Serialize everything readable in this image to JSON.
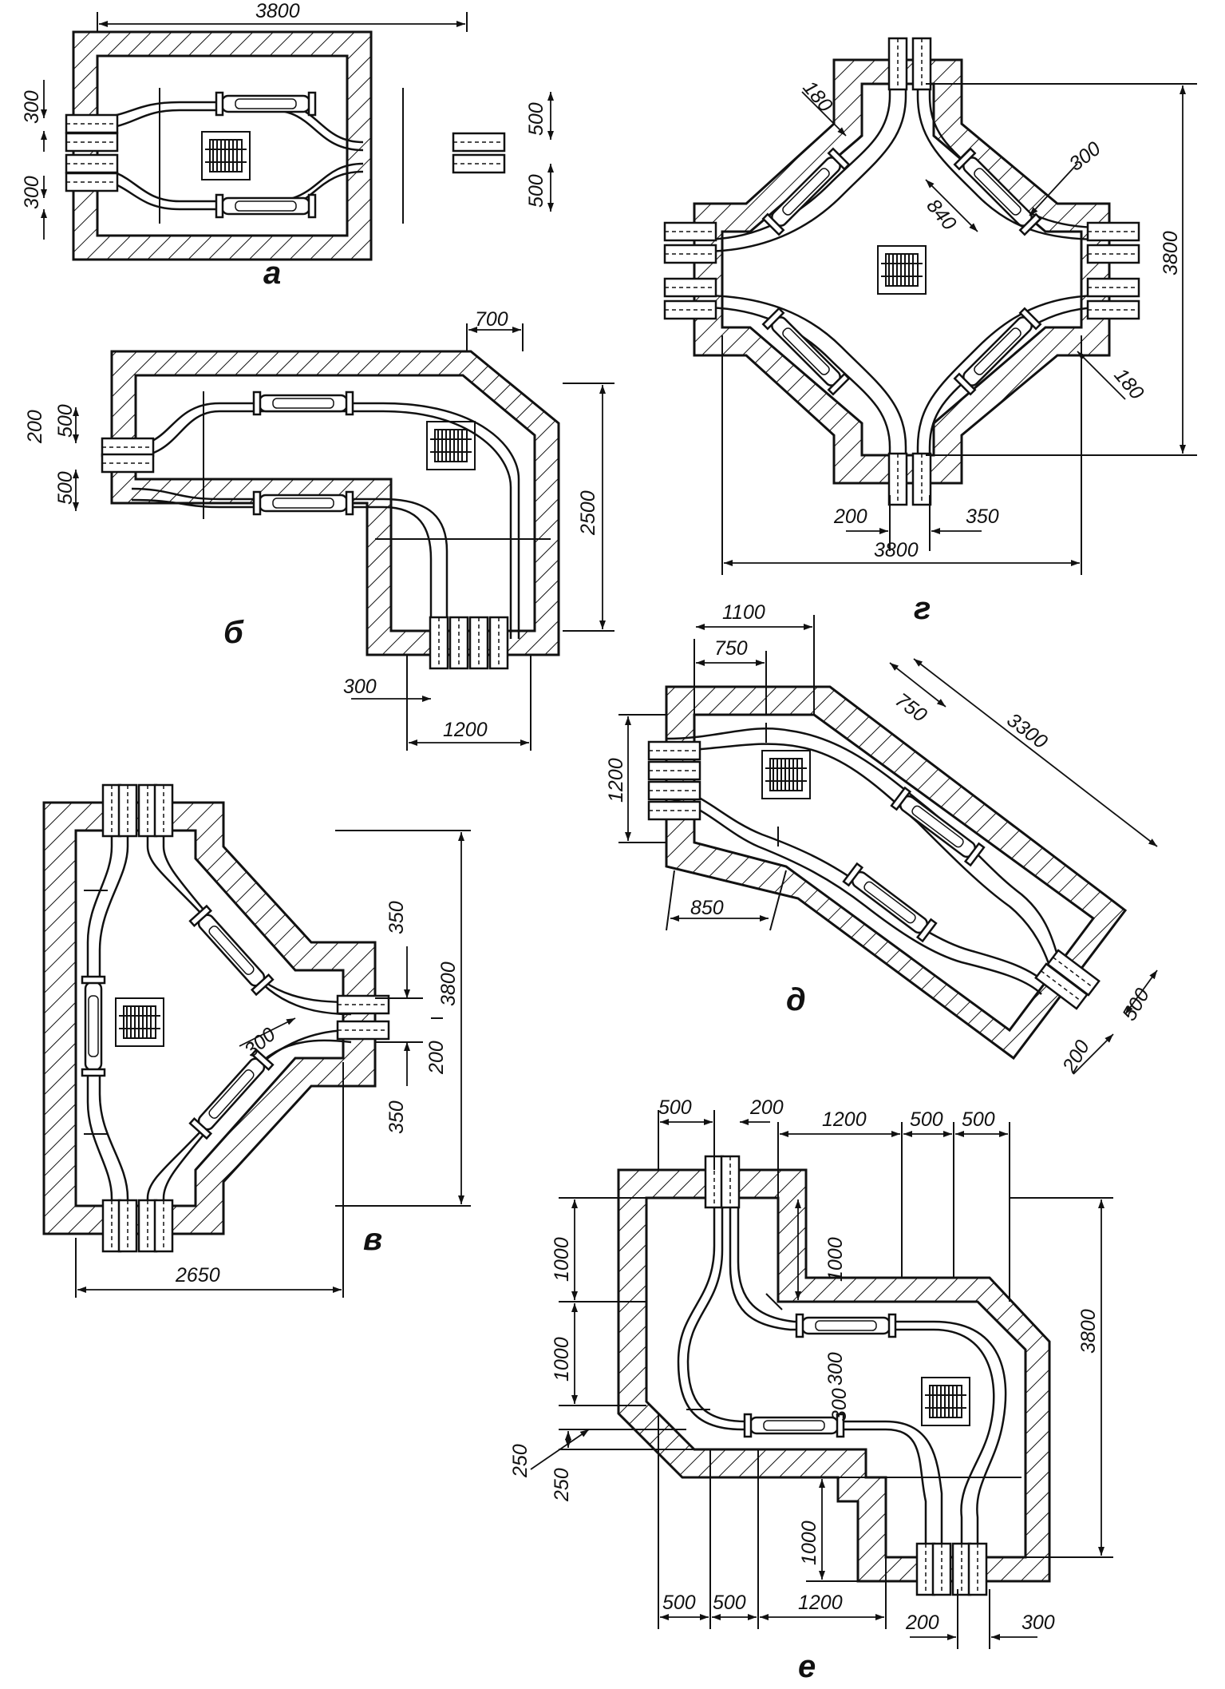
{
  "figures": {
    "a": {
      "label": "а",
      "dims": [
        "3800",
        "300",
        "300",
        "500",
        "500"
      ]
    },
    "b": {
      "label": "б",
      "dims": [
        "700",
        "200",
        "500",
        "500",
        "2500",
        "300",
        "1200"
      ]
    },
    "v": {
      "label": "в",
      "dims": [
        "350",
        "3800",
        "300",
        "200",
        "350",
        "2650"
      ]
    },
    "g": {
      "label": "г",
      "dims": [
        "180",
        "300",
        "840",
        "3800",
        "180",
        "200",
        "350",
        "3800"
      ]
    },
    "d": {
      "label": "д",
      "dims": [
        "1100",
        "750",
        "750",
        "3300",
        "1200",
        "850",
        "500",
        "200"
      ]
    },
    "e": {
      "label": "е",
      "dims": [
        "500",
        "200",
        "1200",
        "500",
        "500",
        "1000",
        "1000",
        "3800",
        "1000",
        "300",
        "300",
        "250",
        "250",
        "1000",
        "500",
        "500",
        "1200",
        "200",
        "300"
      ]
    }
  }
}
